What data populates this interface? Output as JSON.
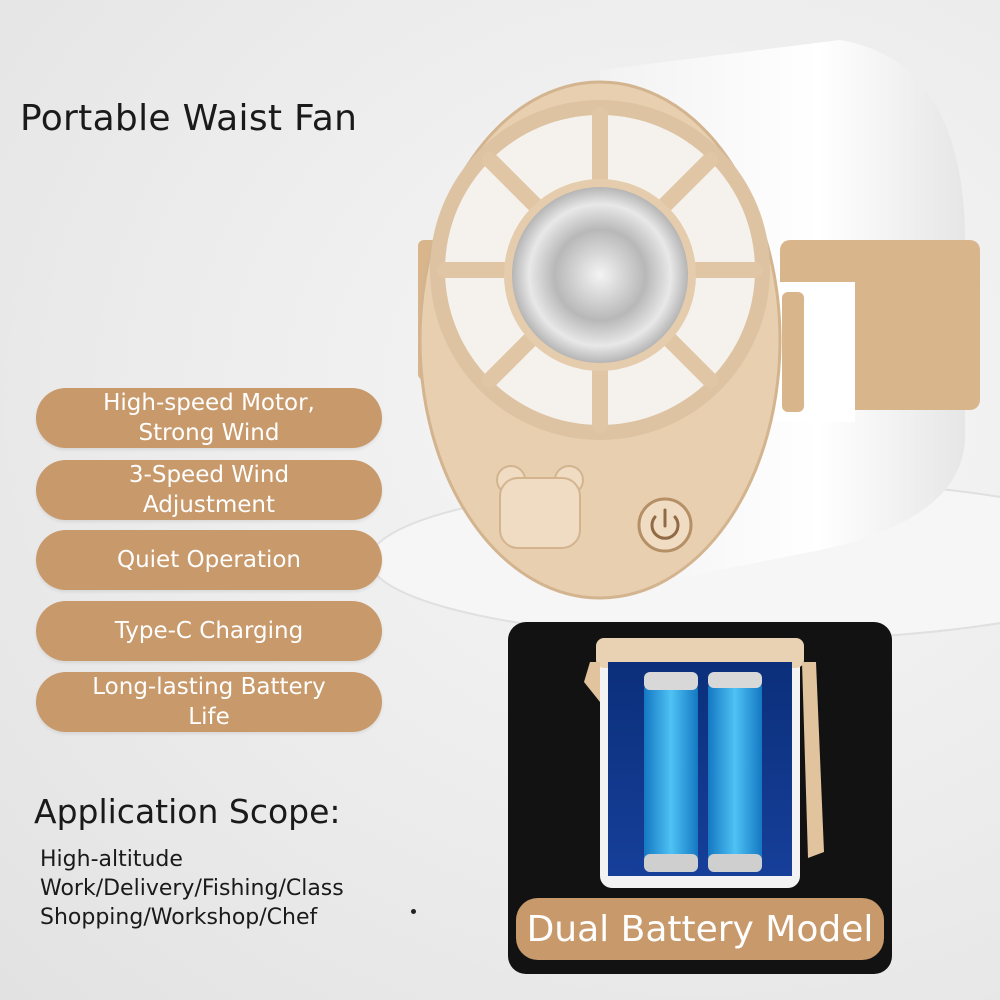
{
  "title": "Portable Waist Fan",
  "features": [
    "High-speed Motor,\nStrong Wind",
    "3-Speed Wind\nAdjustment",
    "Quiet Operation",
    "Type-C Charging",
    "Long-lasting Battery\nLife"
  ],
  "application": {
    "heading": "Application Scope:",
    "text": "High-altitude\nWork/Delivery/Fishing/Class\nShopping/Workshop/Chef"
  },
  "battery": {
    "label": "Dual Battery Model"
  },
  "colors": {
    "accent": "#c8996a",
    "fan_shell": "#e7cfb0",
    "panel": "#121212",
    "battery_blue": "#1e9be0"
  },
  "icons": [
    "bear-icon",
    "power-icon"
  ]
}
